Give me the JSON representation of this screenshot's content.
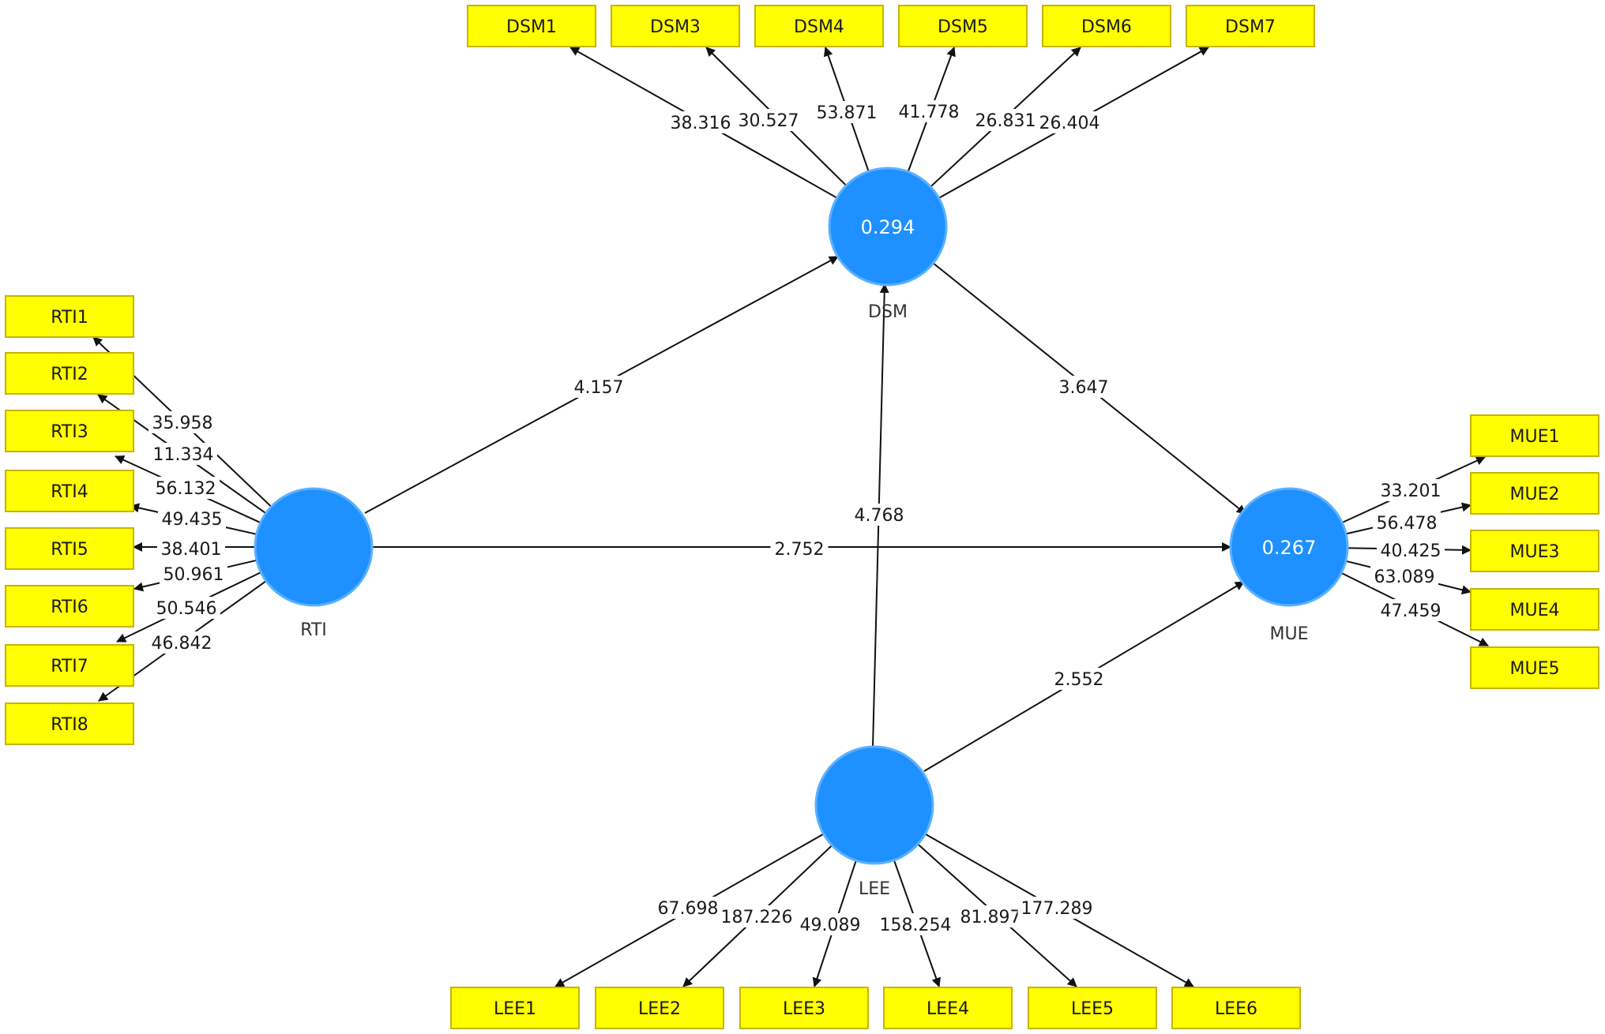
{
  "latents": [
    {
      "id": "DSM",
      "name": "DSM",
      "value": "0.294"
    },
    {
      "id": "RTI",
      "name": "RTI",
      "value": ""
    },
    {
      "id": "MUE",
      "name": "MUE",
      "value": "0.267"
    },
    {
      "id": "LEE",
      "name": "LEE",
      "value": ""
    }
  ],
  "indicators": [
    {
      "id": "DSM1",
      "latent": "DSM",
      "coef": "38.316"
    },
    {
      "id": "DSM3",
      "latent": "DSM",
      "coef": "30.527"
    },
    {
      "id": "DSM4",
      "latent": "DSM",
      "coef": "53.871"
    },
    {
      "id": "DSM5",
      "latent": "DSM",
      "coef": "41.778"
    },
    {
      "id": "DSM6",
      "latent": "DSM",
      "coef": "26.831"
    },
    {
      "id": "DSM7",
      "latent": "DSM",
      "coef": "26.404"
    },
    {
      "id": "RTI1",
      "latent": "RTI",
      "coef": "35.958"
    },
    {
      "id": "RTI2",
      "latent": "RTI",
      "coef": "11.334"
    },
    {
      "id": "RTI3",
      "latent": "RTI",
      "coef": "56.132"
    },
    {
      "id": "RTI4",
      "latent": "RTI",
      "coef": "49.435"
    },
    {
      "id": "RTI5",
      "latent": "RTI",
      "coef": "38.401"
    },
    {
      "id": "RTI6",
      "latent": "RTI",
      "coef": "50.961"
    },
    {
      "id": "RTI7",
      "latent": "RTI",
      "coef": "50.546"
    },
    {
      "id": "RTI8",
      "latent": "RTI",
      "coef": "46.842"
    },
    {
      "id": "MUE1",
      "latent": "MUE",
      "coef": "33.201"
    },
    {
      "id": "MUE2",
      "latent": "MUE",
      "coef": "56.478"
    },
    {
      "id": "MUE3",
      "latent": "MUE",
      "coef": "40.425"
    },
    {
      "id": "MUE4",
      "latent": "MUE",
      "coef": "63.089"
    },
    {
      "id": "MUE5",
      "latent": "MUE",
      "coef": "47.459"
    },
    {
      "id": "LEE1",
      "latent": "LEE",
      "coef": "67.698"
    },
    {
      "id": "LEE2",
      "latent": "LEE",
      "coef": "187.226"
    },
    {
      "id": "LEE3",
      "latent": "LEE",
      "coef": "49.089"
    },
    {
      "id": "LEE4",
      "latent": "LEE",
      "coef": "158.254"
    },
    {
      "id": "LEE5",
      "latent": "LEE",
      "coef": "81.897"
    },
    {
      "id": "LEE6",
      "latent": "LEE",
      "coef": "177.289"
    }
  ],
  "paths": [
    {
      "from": "RTI",
      "to": "DSM",
      "coef": "4.157"
    },
    {
      "from": "DSM",
      "to": "MUE",
      "coef": "3.647"
    },
    {
      "from": "LEE",
      "to": "DSM",
      "coef": "4.768"
    },
    {
      "from": "RTI",
      "to": "MUE",
      "coef": "2.752"
    },
    {
      "from": "LEE",
      "to": "MUE",
      "coef": "2.552"
    }
  ],
  "colors": {
    "latent_fill": "#1e90ff",
    "indicator_fill": "#ffff00",
    "edge": "#111111"
  }
}
